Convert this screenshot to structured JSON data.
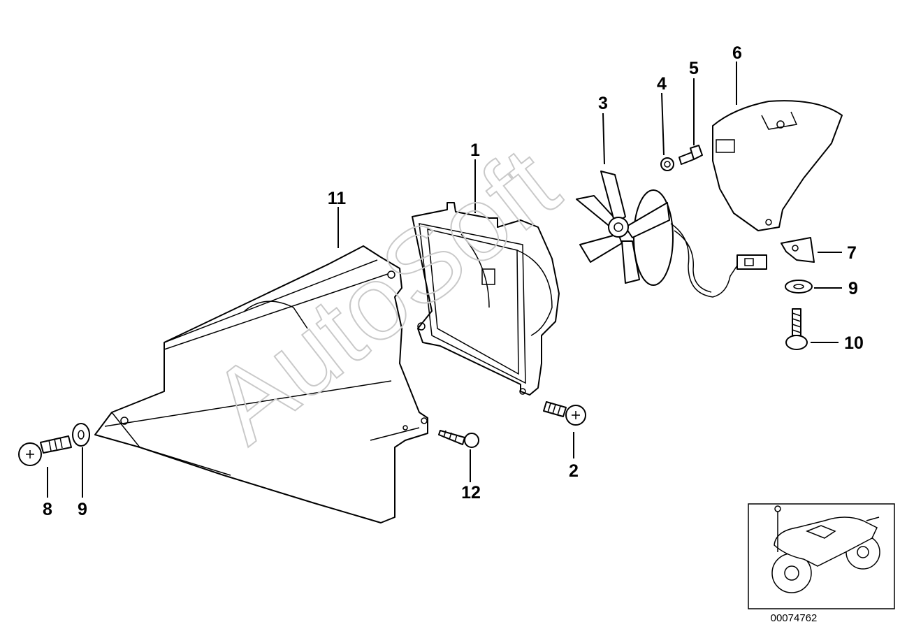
{
  "diagram": {
    "watermark": "AutoSoft",
    "catalog_code": "00074762",
    "callouts": [
      "1",
      "2",
      "3",
      "4",
      "5",
      "6",
      "7",
      "9",
      "10",
      "11",
      "12",
      "8",
      "9"
    ]
  }
}
